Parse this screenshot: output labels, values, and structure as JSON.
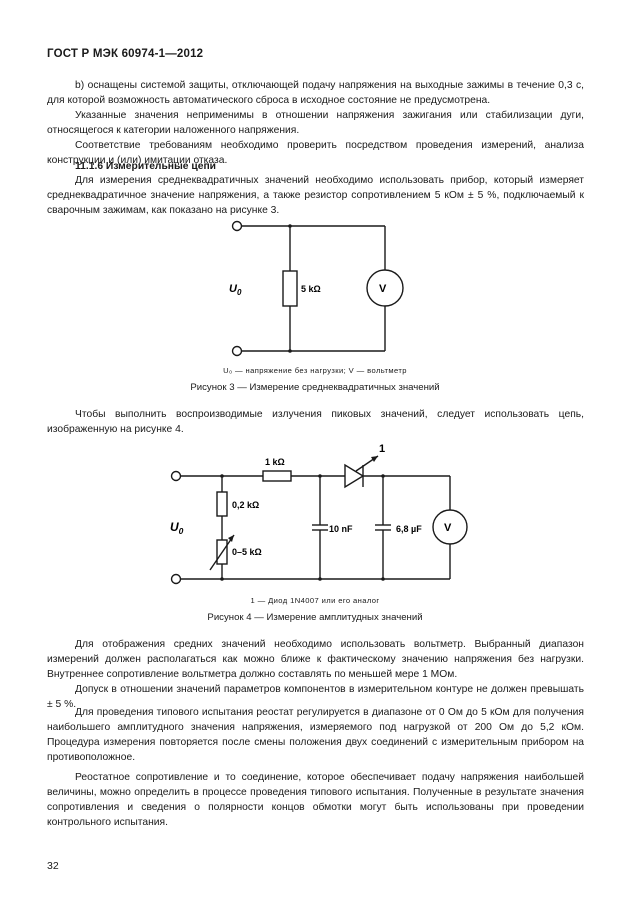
{
  "header": "ГОСТ Р МЭК 60974-1—2012",
  "paragraphs": {
    "p1": "b) оснащены системой защиты, отключающей подачу напряжения на выходные зажимы в течение 0,3 с, для которой возможность автоматического сброса в исходное состояние не предусмотрена.",
    "p2": "Указанные значения неприменимы в отношении напряжения зажигания или стабилизации дуги, относящегося к категории наложенного напряжения.",
    "p3": "Соответствие требованиям необходимо проверить посредством проведения измерений, анализа конструкции и (или) имитации отказа.",
    "section_heading": "11.1.6 Измерительные цепи",
    "p4": "Для измерения среднеквадратичных значений необходимо использовать прибор, который измеряет среднеквадратичное значение напряжения, а также резистор сопротивлением 5 кОм ± 5 %, подключаемый к сварочным зажимам, как показано на рисунке 3.",
    "p5": "Чтобы выполнить воспроизводимые излучения пиковых значений, следует использовать цепь, изображенную на рисунке 4.",
    "p6": "Для отображения средних значений необходимо использовать вольтметр. Выбранный диапазон измерений должен располагаться как можно ближе к фактическому значению напряжения без нагрузки. Внутреннее сопротивление вольтметра должно составлять по меньшей мере 1 МОм.",
    "p7": "Допуск в отношении значений параметров компонентов в измерительном контуре не должен превышать ± 5 %.",
    "p8": "Для проведения типового испытания реостат регулируется в диапазоне от 0 Ом до 5 кОм для получения наибольшего амплитудного значения напряжения, измеряемого под нагрузкой от 200 Ом до 5,2 кОм. Процедура измерения повторяется после смены положения двух соединений с измерительным прибором на противоположное.",
    "p9": "Реостатное сопротивление и то соединение, которое обеспечивает подачу напряжения наибольшей величины, можно определить в процессе проведения типового испытания. Полученные в результате значения сопротивления и сведения о полярности концов обмотки могут быть использованы при проведении контрольного испытания."
  },
  "figure3": {
    "u_label": "U",
    "u_sub": "0",
    "resistor_label": "5 kΩ",
    "meter_label": "V",
    "note": "U₀ — напряжение без нагрузки; V — вольтметр",
    "caption": "Рисунок 3 — Измерение среднеквадратичных значений"
  },
  "figure4": {
    "u_label": "U",
    "u_sub": "0",
    "r_series": "1 kΩ",
    "r_shunt": "0,2 kΩ",
    "r_var": "0–5 kΩ",
    "c1": "10 nF",
    "c2": "6,8 µF",
    "meter_label": "V",
    "diode_ref": "1",
    "note": "1 — Диод 1N4007 или его аналог",
    "caption": "Рисунок 4 — Измерение амплитудных значений"
  },
  "page_number": "32"
}
